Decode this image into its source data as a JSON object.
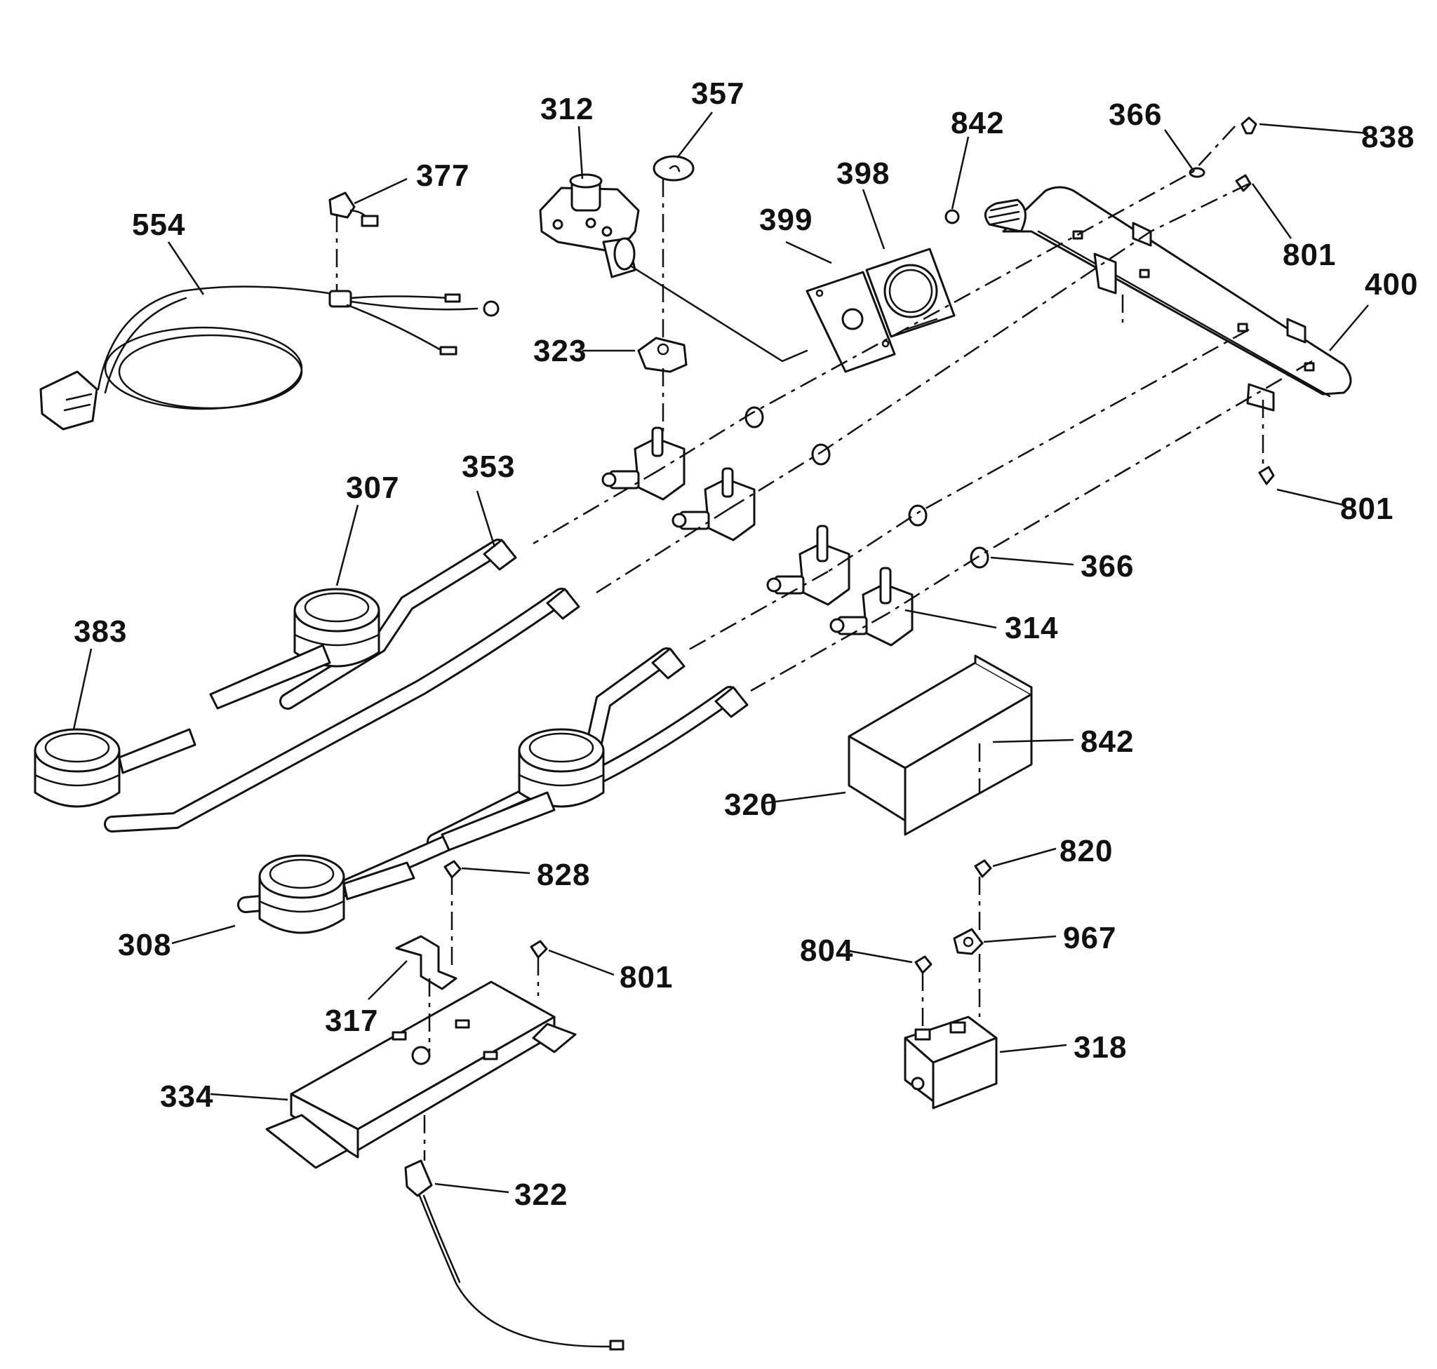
{
  "callouts": {
    "c312": "312",
    "c357": "357",
    "c842_top": "842",
    "c366_top": "366",
    "c838": "838",
    "c377": "377",
    "c398": "398",
    "c399": "399",
    "c801_top": "801",
    "c400": "400",
    "c554": "554",
    "c323": "323",
    "c801_right": "801",
    "c353": "353",
    "c307": "307",
    "c366_mid": "366",
    "c383": "383",
    "c314": "314",
    "c842_mid": "842",
    "c320": "320",
    "c828": "828",
    "c820": "820",
    "c308": "308",
    "c967": "967",
    "c804": "804",
    "c801_bottom": "801",
    "c317": "317",
    "c318": "318",
    "c334": "334",
    "c322": "322"
  },
  "colors": {
    "ink": "#111111",
    "paper": "#ffffff"
  }
}
